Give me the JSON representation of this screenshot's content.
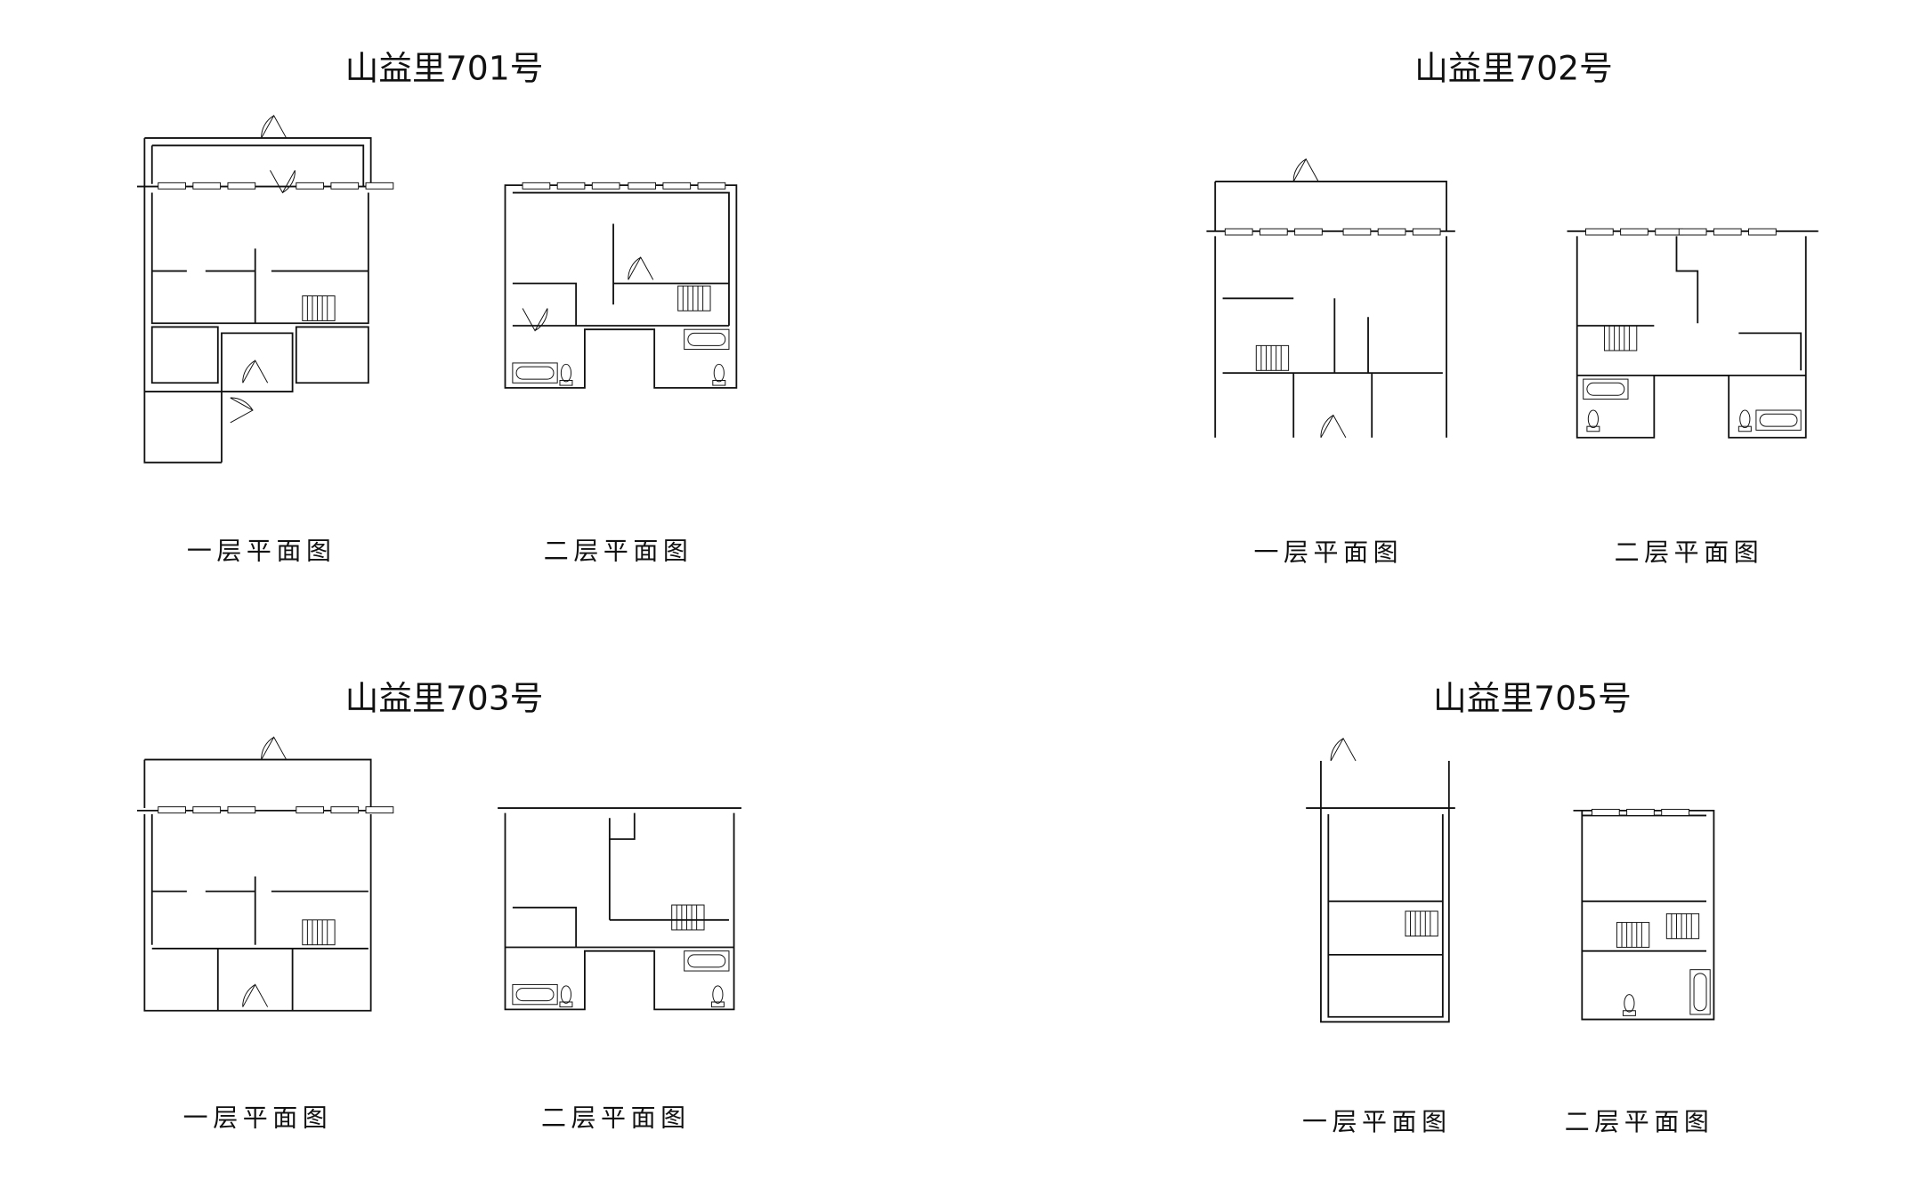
{
  "houses": [
    {
      "title": "山益里701号",
      "floor1": "一层平面图",
      "floor2": "二层平面图"
    },
    {
      "title": "山益里702号",
      "floor1": "一层平面图",
      "floor2": "二层平面图"
    },
    {
      "title": "山益里703号",
      "floor1": "一层平面图",
      "floor2": "二层平面图"
    },
    {
      "title": "山益里705号",
      "floor1": "一层平面图",
      "floor2": "二层平面图"
    }
  ]
}
